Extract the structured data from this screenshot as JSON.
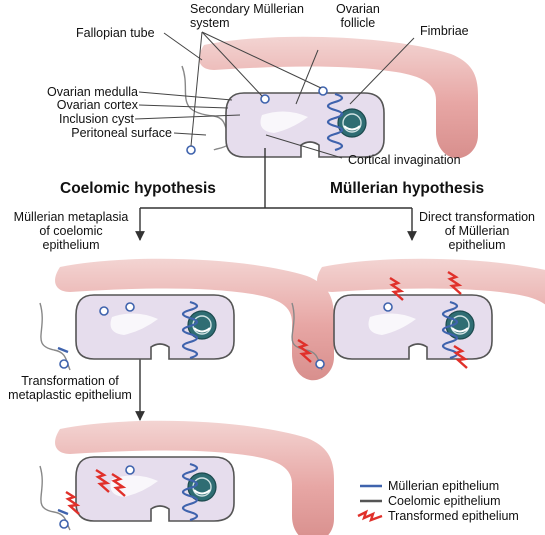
{
  "labels": {
    "fallopian_tube": "Fallopian tube",
    "secondary_mullerian_system": [
      "Secondary Müllerian",
      "system"
    ],
    "ovarian_follicle": [
      "Ovarian",
      "follicle"
    ],
    "fimbriae": "Fimbriae",
    "ovarian_medulla": "Ovarian medulla",
    "ovarian_cortex": "Ovarian cortex",
    "inclusion_cyst": "Inclusion cyst",
    "peritoneal_surface": "Peritoneal surface",
    "cortical_invagination": "Cortical invagination"
  },
  "headings": {
    "coelomic": "Coelomic hypothesis",
    "mullerian": "Müllerian hypothesis"
  },
  "steps": {
    "mullerian_metaplasia": [
      "Müllerian metaplasia",
      "of coelomic",
      "epithelium"
    ],
    "direct_transformation": [
      "Direct transformation",
      "of Müllerian",
      "epithelium"
    ],
    "transformation_metaplastic": [
      "Transformation of",
      "metaplastic epithelium"
    ]
  },
  "legend": {
    "mullerian_epithelium": "Müllerian epithelium",
    "coelomic_epithelium": "Coelomic epithelium",
    "transformed_epithelium": "Transformed epithelium"
  },
  "colors": {
    "tube_pink": "#e7a6a4",
    "tube_light": "#f4d6d3",
    "ovary_fill": "#e6dded",
    "mullerian_blue": "#3f63ad",
    "coelomic_grey": "#6b6b6b",
    "transformed_red": "#e0302a",
    "connector": "#4a4a4a"
  }
}
